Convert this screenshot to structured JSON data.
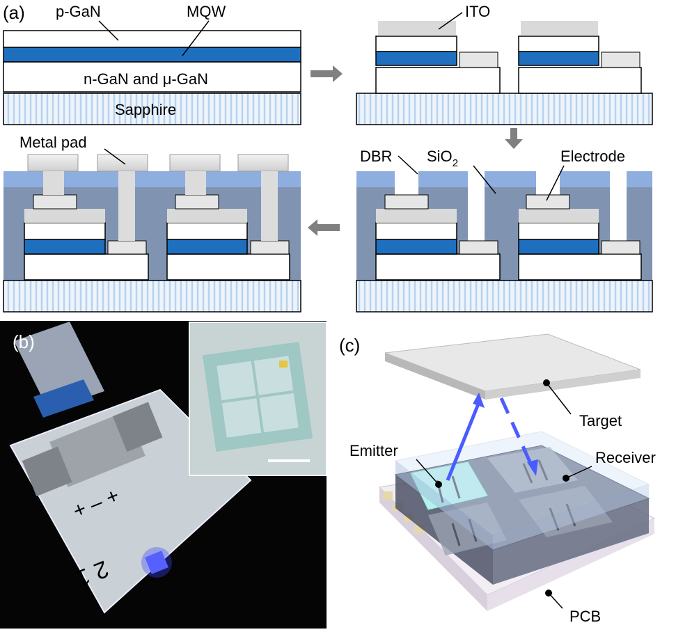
{
  "panel_a": {
    "panel_label": "(a)",
    "step1": {
      "p_gan": "p-GaN",
      "mqw": "MQW",
      "ngan": "n-GaN and μ-GaN",
      "sapphire": "Sapphire"
    },
    "step2": {
      "ito": "ITO"
    },
    "step3": {
      "dbr": "DBR",
      "sio2": "SiO",
      "sio2_sub": "2",
      "electrode": "Electrode"
    },
    "step4": {
      "metal_pad": "Metal pad"
    }
  },
  "panel_b": {
    "panel_label": "(b)"
  },
  "panel_c": {
    "panel_label": "(c)",
    "target": "Target",
    "emitter": "Emitter",
    "receiver": "Receiver",
    "pcb": "PCB"
  },
  "colors": {
    "mqw_blue": "#1f6fbf",
    "dbr_blue": "#8faee0",
    "sio2_gray": "#8094b2",
    "ito_gray": "#d9d9d9",
    "beam_blue": "#4a5cff"
  }
}
